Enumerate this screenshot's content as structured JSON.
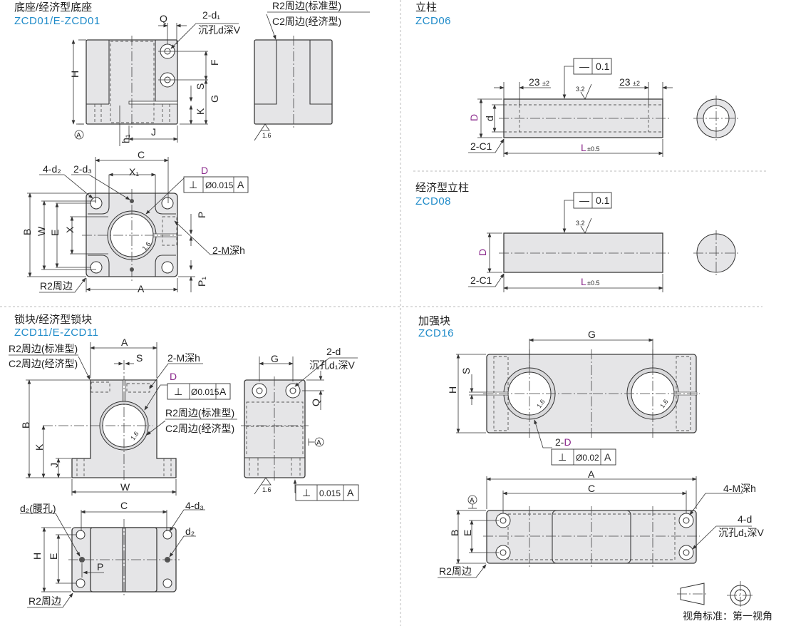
{
  "base": {
    "title": "底座/经济型底座",
    "code": "ZCD01/E-ZCD01",
    "labels": {
      "H": "H",
      "Q": "Q",
      "d1_count": "2-d₁",
      "counterbore": "沉孔d深V",
      "F": "F",
      "S": "S",
      "G": "G",
      "K": "K",
      "datum": "A",
      "h1": "h₁",
      "J": "J",
      "r2_std": "R2周边(标准型)",
      "c2_econ": "C2周边(经济型)",
      "rough": "1.6",
      "C": "C",
      "d2": "4-d₂",
      "d3": "2-d₃",
      "X1": "X₁",
      "D": "D",
      "B": "B",
      "W": "W",
      "E": "E",
      "X": "X",
      "P": "P",
      "M": "2-M深h",
      "r2": "R2周边",
      "A": "A",
      "P1": "P₁",
      "rough2": "1.6"
    },
    "fcf": {
      "symbol": "⊥",
      "tolerance": "Ø0.015",
      "datum": "A"
    }
  },
  "post": {
    "title": "立柱",
    "code": "ZCD06",
    "fcf": {
      "symbol": "—",
      "tolerance": "0.1"
    },
    "labels": {
      "len1": "23",
      "tol1": "±2",
      "len2": "23",
      "tol2": "±2",
      "rough": "3.2",
      "D": "D",
      "d": "d",
      "chamfer": "2-C1",
      "L": "L",
      "Ltol": "±0.5"
    }
  },
  "econ_post": {
    "title": "经济型立柱",
    "code": "ZCD08",
    "fcf": {
      "symbol": "—",
      "tolerance": "0.1"
    },
    "labels": {
      "rough": "3.2",
      "D": "D",
      "chamfer": "2-C1",
      "L": "L",
      "Ltol": "±0.5"
    }
  },
  "lock": {
    "title": "锁块/经济型锁块",
    "code": "ZCD11/E-ZCD11",
    "labels": {
      "A": "A",
      "S": "S",
      "M": "2-M深h",
      "r2_std": "R2周边(标准型)",
      "c2_econ": "C2周边(经济型)",
      "D": "D",
      "r2_std2": "R2周边(标准型)",
      "c2_econ2": "C2周边(经济型)",
      "B": "B",
      "K": "K",
      "J": "J",
      "W": "W",
      "G": "G",
      "d": "2-d",
      "counterbore": "沉孔d₁深V",
      "Q": "Q",
      "datum": "A",
      "rough": "1.6",
      "C": "C",
      "d2_slot": "d₂(腰孔)",
      "d3": "4-d₃",
      "d2": "d₂",
      "H": "H",
      "E": "E",
      "P": "P",
      "r2": "R2周边",
      "rough2": "1.6"
    },
    "fcf1": {
      "symbol": "⊥",
      "tolerance": "Ø0.015",
      "datum": "A"
    },
    "fcf2": {
      "symbol": "⊥",
      "tolerance": "0.015",
      "datum": "A"
    }
  },
  "rib": {
    "title": "加强块",
    "code": "ZCD16",
    "labels": {
      "G": "G",
      "H": "H",
      "S": "S",
      "D_prefix": "2-",
      "D": "D",
      "A": "A",
      "C": "C",
      "datum": "A",
      "B": "B",
      "E": "E",
      "M": "4-M深h",
      "d": "4-d",
      "counterbore": "沉孔d₁深V",
      "r2": "R2周边",
      "rough1": "1.6",
      "rough2": "1.6"
    },
    "fcf": {
      "symbol": "⊥",
      "tolerance": "Ø0.02",
      "datum": "A"
    }
  },
  "footer": {
    "projection": "视角标准：第一视角"
  }
}
